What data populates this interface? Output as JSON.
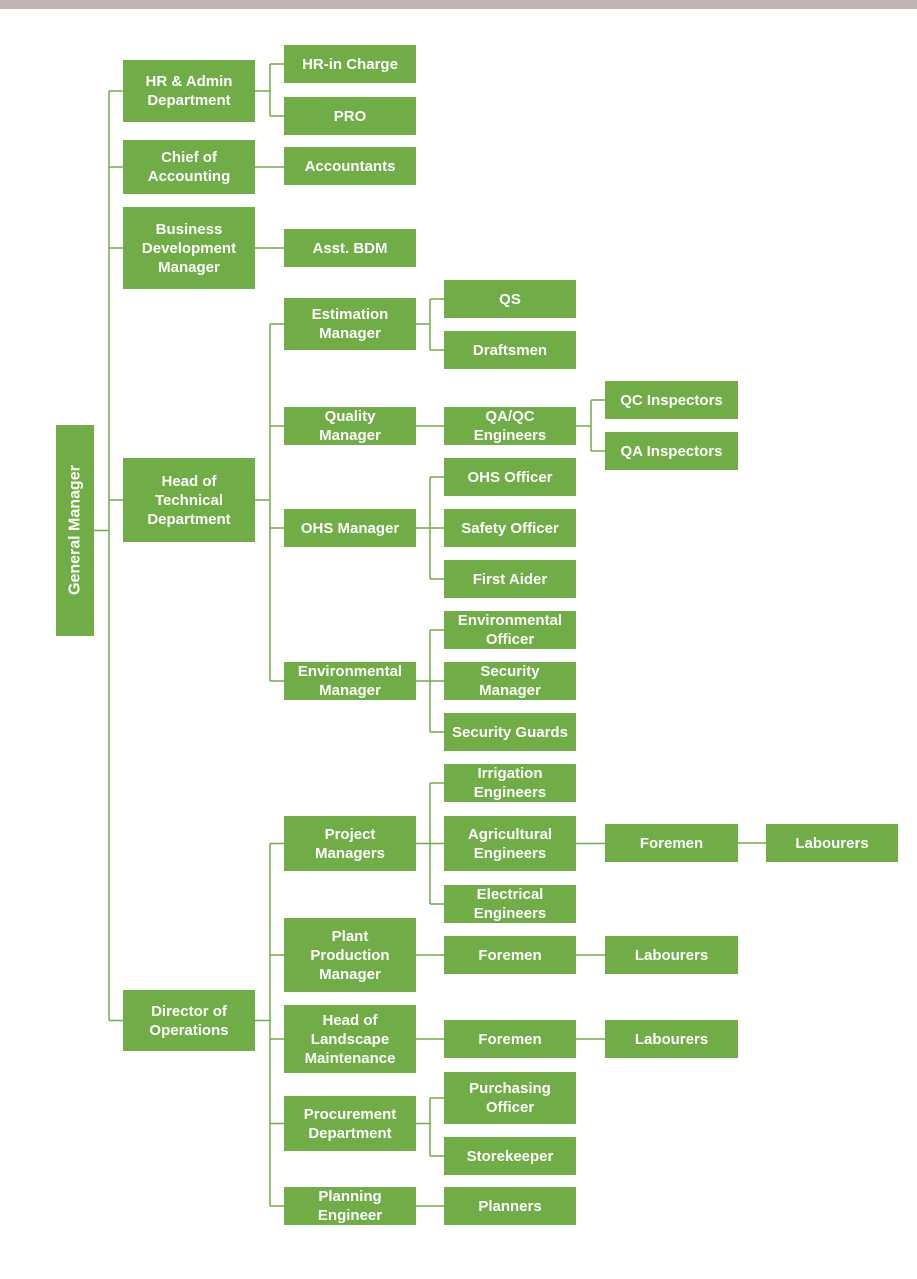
{
  "colors": {
    "box": "#70ad47",
    "box_text": "#ffffff",
    "line": "#70ad47",
    "top_bar": "#c0b4b4"
  },
  "nodes": {
    "gm": "General Manager",
    "hr": "HR & Admin\nDepartment",
    "hr_charge": "HR-in Charge",
    "pro": "PRO",
    "coa": "Chief of\nAccounting",
    "acc": "Accountants",
    "bdm": "Business\nDevelopment\nManager",
    "abdm": "Asst. BDM",
    "htd": "Head of\nTechnical\nDepartment",
    "est": "Estimation\nManager",
    "qs": "QS",
    "draft": "Draftsmen",
    "qm": "Quality\nManager",
    "qaqc": "QA/QC\nEngineers",
    "qci": "QC Inspectors",
    "qai": "QA Inspectors",
    "ohsm": "OHS Manager",
    "ohso": "OHS Officer",
    "safety": "Safety Officer",
    "aid": "First Aider",
    "envm": "Environmental\nManager",
    "envo": "Environmental\nOfficer",
    "secm": "Security\nManager",
    "secg": "Security Guards",
    "dop": "Director of\nOperations",
    "pm": "Project\nManagers",
    "irr": "Irrigation\nEngineers",
    "agr": "Agricultural\nEngineers",
    "fore1": "Foremen",
    "lab1": "Labourers",
    "ele": "Electrical\nEngineers",
    "ppm": "Plant\nProduction\nManager",
    "fore2": "Foremen",
    "lab2": "Labourers",
    "hlm": "Head of\nLandscape\nMaintenance",
    "fore3": "Foremen",
    "lab3": "Labourers",
    "proc": "Procurement\nDepartment",
    "purch": "Purchasing\nOfficer",
    "store": "Storekeeper",
    "plan": "Planning\nEngineer",
    "planners": "Planners"
  }
}
